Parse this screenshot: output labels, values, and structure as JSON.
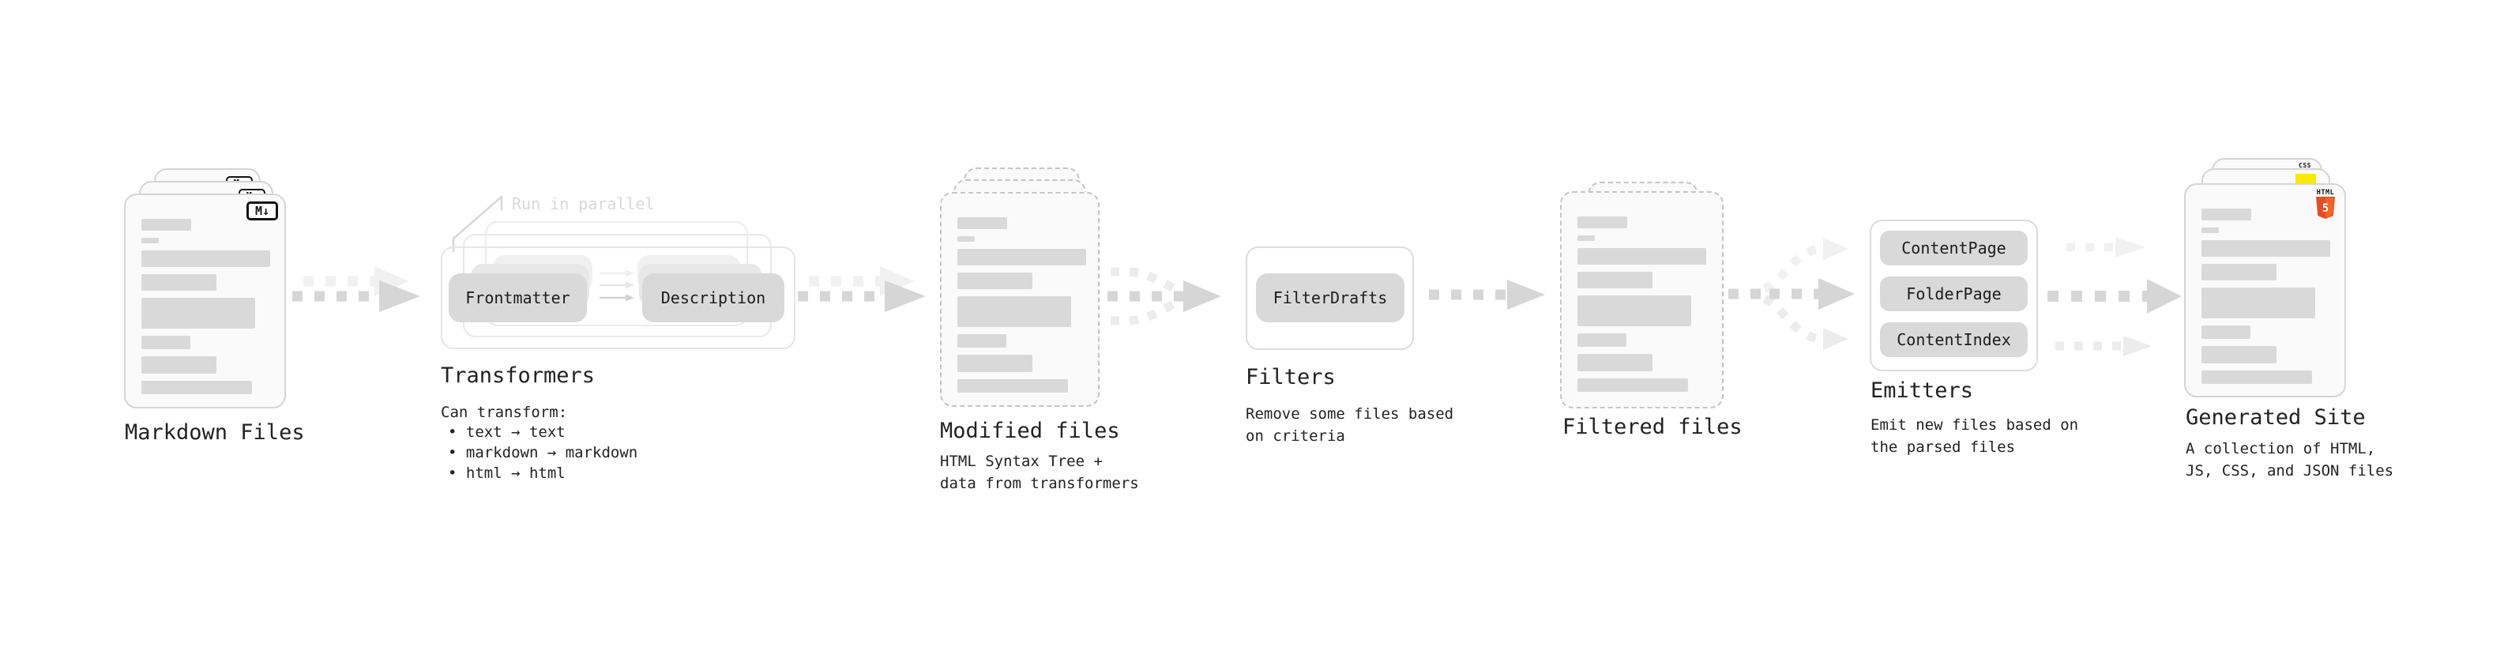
{
  "colors": {
    "ink": "#222222",
    "annotation": "#d8d8d8",
    "card_bg": "#fafafa",
    "card_border": "#d5d5d5",
    "dash_border": "#c5c5c5",
    "bar": "#d9d9d9",
    "pill_bg": "#d9d9d9",
    "arrow": "#d6d6d6",
    "arrow_light": "#ececec",
    "arrow_faint": "#f1f1f1",
    "badge_ink": "#141414",
    "html5_orange": "#e44d26",
    "html5_orange_light": "#f16529",
    "js_yellow": "#ffe70a",
    "css_blue": "#2f6bf2"
  },
  "stages": {
    "markdown_files": {
      "title": "Markdown Files",
      "file_badge": "M↓"
    },
    "transformers": {
      "annotation": "Run in parallel",
      "input_pill": "Frontmatter",
      "output_pill": "Description",
      "title": "Transformers",
      "caption_heading": "Can transform:",
      "bullets": [
        "• text → text",
        "• markdown → markdown",
        "• html → html"
      ]
    },
    "modified_files": {
      "title": "Modified files",
      "caption_lines": [
        "HTML Syntax Tree +",
        "data from transformers"
      ]
    },
    "filters": {
      "pill": "FilterDrafts",
      "title": "Filters",
      "caption_lines": [
        "Remove some files based",
        "on criteria"
      ]
    },
    "filtered_files": {
      "title": "Filtered files"
    },
    "emitters": {
      "pills": [
        "ContentPage",
        "FolderPage",
        "ContentIndex"
      ],
      "title": "Emitters",
      "caption_lines": [
        "Emit new files based on",
        "the parsed files"
      ]
    },
    "generated_site": {
      "title": "Generated Site",
      "caption_lines": [
        "A collection of HTML,",
        "JS, CSS, and JSON files"
      ],
      "badges": {
        "css_label": "CSS",
        "html_label": "HTML",
        "html_digit": "5"
      }
    }
  }
}
